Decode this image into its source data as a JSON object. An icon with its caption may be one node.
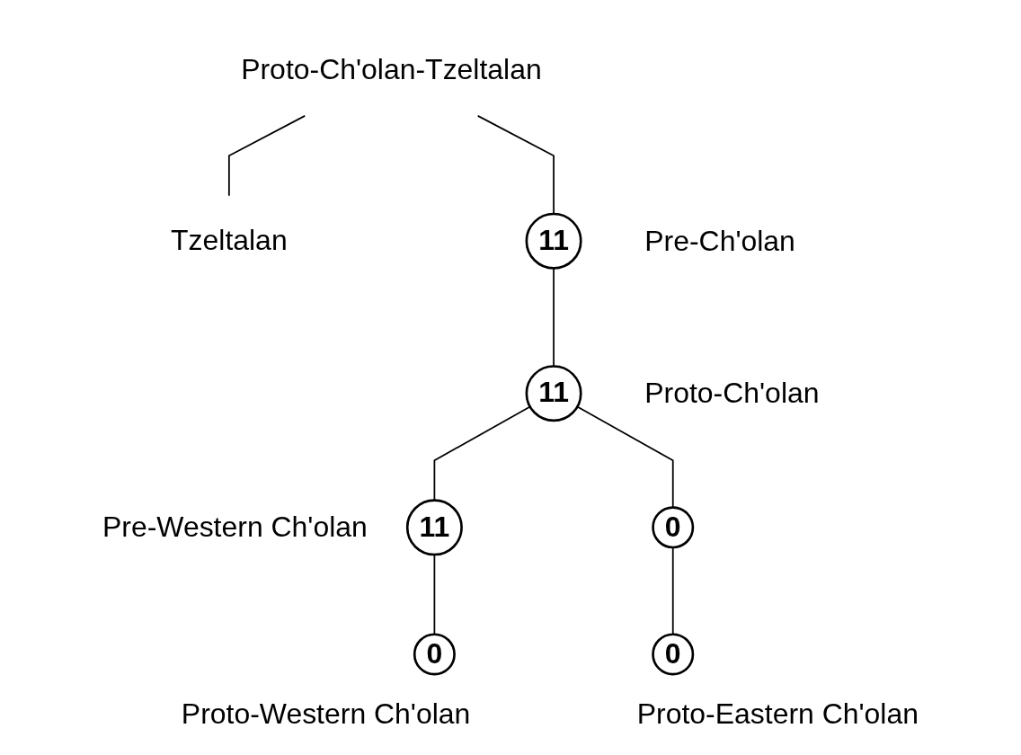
{
  "diagram": {
    "nodes": [
      {
        "text": [
          "Proto-Ch'olan-Tzeltalan"
        ]
      },
      {
        "text": [
          "Tzeltalan"
        ]
      },
      {
        "text": [
          "11"
        ],
        "beside": [
          "Pre-Ch'olan"
        ]
      },
      {
        "text": [
          "11"
        ],
        "beside": [
          "Proto-Ch'olan"
        ]
      },
      {
        "text": [
          "11"
        ],
        "beside": [
          "Pre-Western Ch'olan"
        ]
      },
      {
        "text": [
          "0"
        ]
      },
      {
        "text": [
          "0"
        ],
        "beside": [
          "Proto-Western Ch'olan"
        ]
      },
      {
        "text": [
          "0"
        ],
        "beside": [
          "Proto-Eastern Ch'olan"
        ]
      }
    ],
    "edges": [
      {
        "from": 0,
        "to": 1,
        "arrow": "none"
      },
      {
        "from": 0,
        "to": 2,
        "arrow": "none"
      },
      {
        "from": 2,
        "to": 3,
        "arrow": "none"
      },
      {
        "from": 3,
        "to": 4,
        "arrow": "none"
      },
      {
        "from": 3,
        "to": 5,
        "arrow": "none"
      },
      {
        "from": 4,
        "to": 6,
        "arrow": "none"
      },
      {
        "from": 5,
        "to": 7,
        "arrow": "none"
      }
    ]
  }
}
